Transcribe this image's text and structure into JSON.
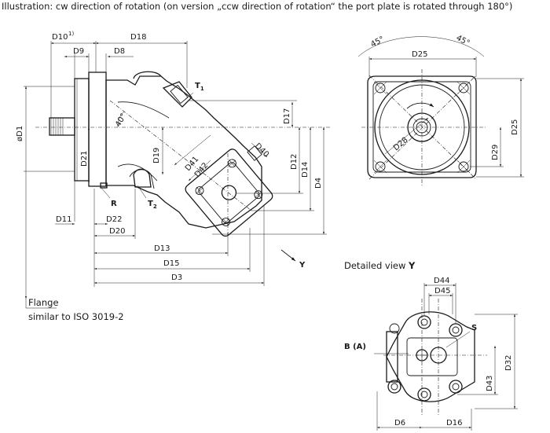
{
  "caption": "Illustration: cw direction of rotation (on version „ccw direction of rotation“ the port plate is rotated through 180°)",
  "flange_note": {
    "line1": "Flange",
    "line2": "similar to ISO 3019-2"
  },
  "detailed_view": {
    "prefix": "Detailed view ",
    "letter": "Y"
  },
  "view_arrow_label": "Y",
  "labels": {
    "D10": "D10",
    "D10_sup": "1)",
    "D18": "D18",
    "D9": "D9",
    "D8": "D8",
    "T1": "T",
    "T1_sub": "1",
    "T2": "T",
    "T2_sub": "2",
    "R": "R",
    "D1": "øD1",
    "D21": "D21",
    "D19": "D19",
    "angle40": "40°",
    "D41": "D41",
    "D42": "D42",
    "D40": "D40",
    "D17": "D17",
    "D12": "D12",
    "D14": "D14",
    "D4": "D4",
    "D11": "D11",
    "D22": "D22",
    "D20": "D20",
    "D13": "D13",
    "D15": "D15",
    "D3": "D3",
    "angle45_left": "45°",
    "angle45_right": "45°",
    "D25_top": "D25",
    "D25_side": "D25",
    "D28": "D28",
    "D29": "D29",
    "D44": "D44",
    "D45": "D45",
    "BA": "B (A)",
    "S": "S",
    "D32": "D32",
    "D43": "D43",
    "D6": "D6",
    "D16": "D16"
  }
}
